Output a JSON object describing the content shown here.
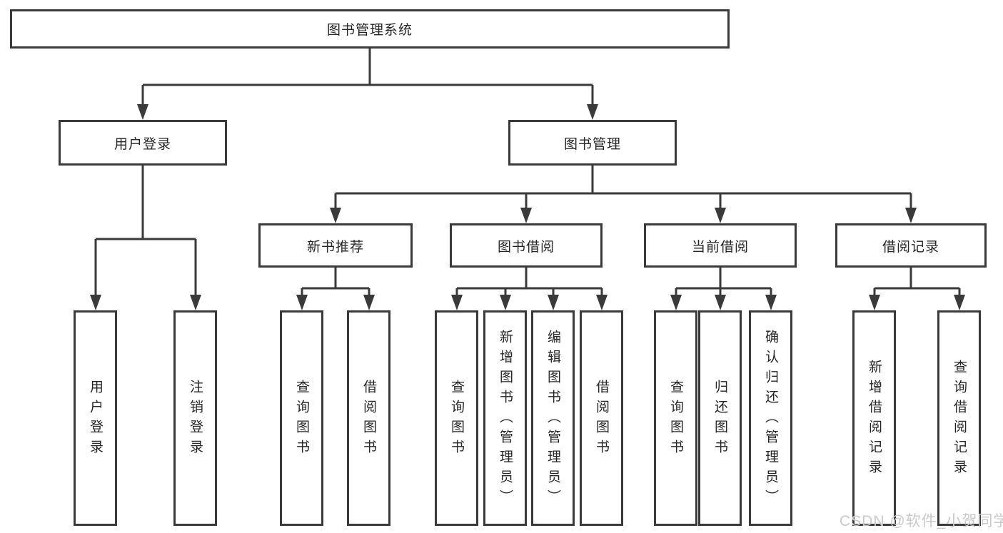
{
  "diagram_type": "hierarchy-tree",
  "colors": {
    "line": "#3a3a3a",
    "box_border": "#3a3a3a",
    "text": "#262626",
    "watermark": "#c9c9c9",
    "background": "#ffffff"
  },
  "tree": {
    "root": {
      "label": "图书管理系统",
      "children": [
        {
          "label": "用户登录",
          "children": [
            {
              "label": "用户登录"
            },
            {
              "label": "注销登录"
            }
          ]
        },
        {
          "label": "图书管理",
          "children": [
            {
              "label": "新书推荐",
              "children": [
                {
                  "label": "查询图书"
                },
                {
                  "label": "借阅图书"
                }
              ]
            },
            {
              "label": "图书借阅",
              "children": [
                {
                  "label": "查询图书"
                },
                {
                  "label": "新增图书（管理员）"
                },
                {
                  "label": "编辑图书（管理员）"
                },
                {
                  "label": "借阅图书"
                }
              ]
            },
            {
              "label": "当前借阅",
              "children": [
                {
                  "label": "查询图书"
                },
                {
                  "label": "归还图书"
                },
                {
                  "label": "确认归还（管理员）"
                }
              ]
            },
            {
              "label": "借阅记录",
              "children": [
                {
                  "label": "新增借阅记录"
                },
                {
                  "label": "查询借阅记录"
                }
              ]
            }
          ]
        }
      ]
    }
  },
  "watermark": {
    "text": "CSDN @软件_小贺同学"
  }
}
